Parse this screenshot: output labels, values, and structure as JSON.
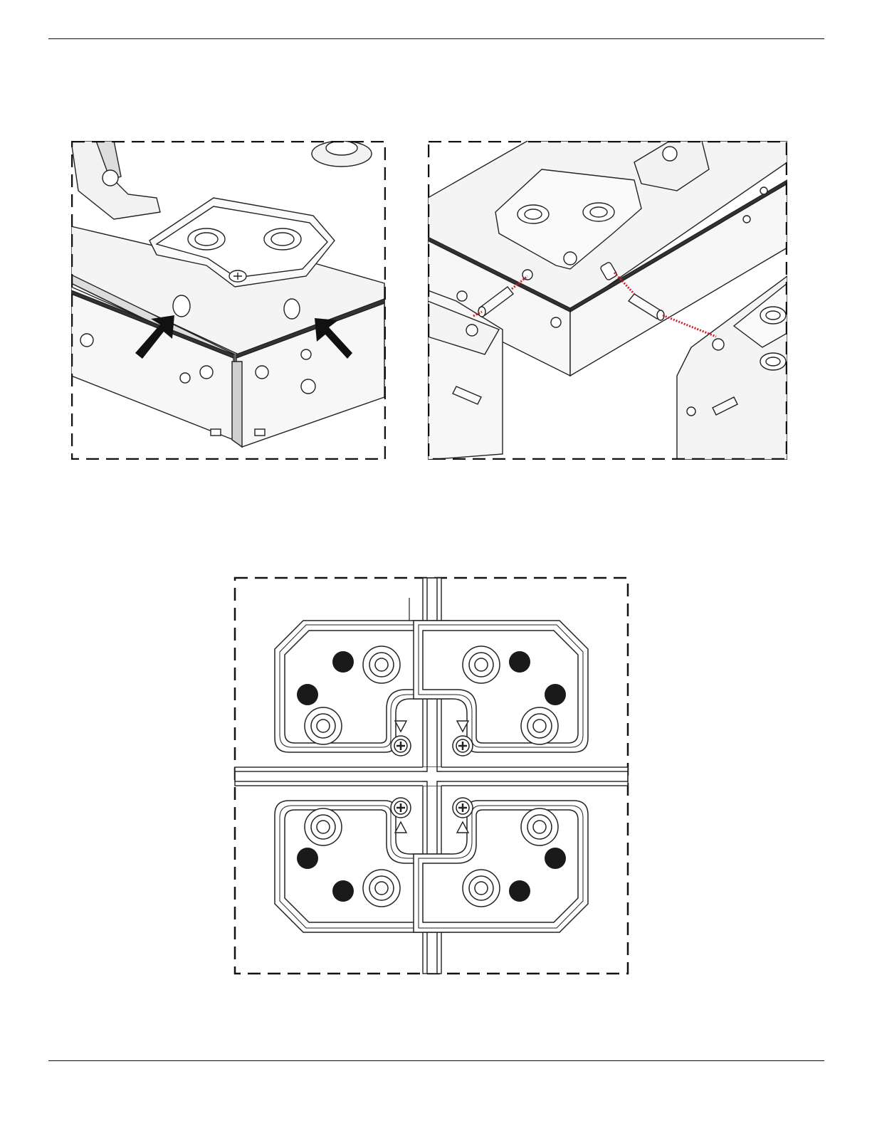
{
  "page": {
    "header_rule": true,
    "footer_rule": true
  },
  "figures": [
    {
      "id": "corner-closeup",
      "description_icon": "arrow-icon"
    },
    {
      "id": "alignment-pins",
      "pin_line_color": "#d0202a"
    },
    {
      "id": "four-corner-layout",
      "marker_color": "#1a1a1a"
    }
  ]
}
